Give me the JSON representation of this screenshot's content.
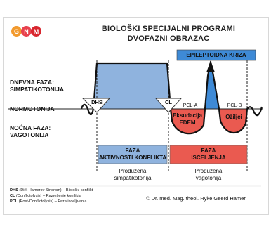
{
  "logo": {
    "letters": [
      "G",
      "N",
      "M"
    ],
    "colors": [
      "#f29a2e",
      "#e8414d",
      "#e8414d"
    ]
  },
  "title": {
    "line1": "BIOLOŠKI SPECIJALNI PROGRAMI",
    "line2": "DVOFAZNI OBRAZAC"
  },
  "left_labels": {
    "day_phase_line1": "DNEVNA FAZA:",
    "day_phase_line2": "SIMPATIKOTONIJA",
    "normotonia": "NORMOTONIJA",
    "night_phase_line1": "NOĆNA FAZA:",
    "night_phase_line2": "VAGOTONIJA"
  },
  "markers": {
    "dhs": "DHS",
    "cl": "CL",
    "pcl_a": "PCL-A",
    "pcl_b": "PCL-B"
  },
  "crisis_label": "EPILEPTOIDNA KRIZA",
  "healing_labels": {
    "exudation_line1": "Eksudacija",
    "exudation_line2": "EDEM",
    "scars": "Ožiljci"
  },
  "phase_boxes": {
    "conflict_line1": "FAZA",
    "conflict_line2": "AKTIVNOSTI KONFLIKTA",
    "healing_line1": "FAZA",
    "healing_line2": "ISCELJENJA"
  },
  "below_labels": {
    "sympathicotonia_line1": "Produžena",
    "sympathicotonia_line2": "simpatikotonija",
    "vagotonia_line1": "Produžena",
    "vagotonia_line2": "vagotonija"
  },
  "legend": {
    "dhs_abbr": "DHS",
    "dhs_text": "(Dirk Hamerov Sindrom) – Biološki konflikt",
    "cl_abbr": "CL",
    "cl_text": "(Conflictolysis) – Razrešenje konflikta",
    "pcl_abbr": "PCL",
    "pcl_text": "(Post-Conflictolysis) – Faza isceljivanja"
  },
  "credit": "© Dr. med. Mag. theol. Ryke Geerd Hamer",
  "colors": {
    "conflict_blue": "#8fb3de",
    "healing_red": "#ea5a50",
    "crisis_blue": "#3e8ad6"
  }
}
